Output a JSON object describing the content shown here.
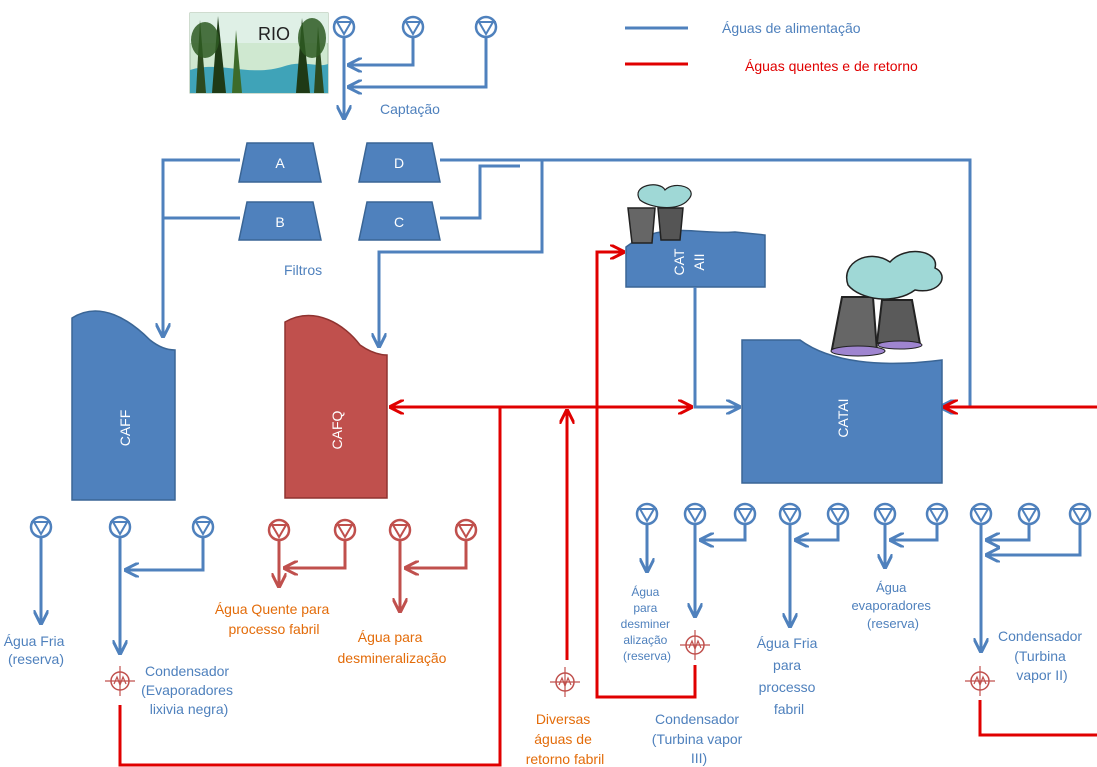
{
  "legend": {
    "feed": "Águas de alimentação",
    "return": "Águas quentes e de retorno"
  },
  "source": {
    "rio": "RIO",
    "captacao": "Captação"
  },
  "filters": {
    "a": "A",
    "b": "B",
    "c": "C",
    "d": "D",
    "label": "Filtros"
  },
  "tanks": {
    "caff": "CAFF",
    "cafq": "CAFQ",
    "catai": "CATAI",
    "cat_top": "CAT",
    "cat_bottom": "AII"
  },
  "outputs": {
    "agua_fria_reserva": [
      "Água Fria",
      "(reserva)"
    ],
    "condensador_evap": [
      "Condensador",
      "(Evaporadores",
      "lixivia negra)"
    ],
    "agua_quente": [
      "Água Quente para",
      "processo fabril"
    ],
    "agua_desmin": [
      "Água para",
      "desmineralização"
    ],
    "diversas": [
      "Diversas",
      "águas de",
      "retorno fabril"
    ],
    "agua_desmin_reserva": [
      "Água",
      "para",
      "desminer",
      "alização",
      "(reserva)"
    ],
    "condensador_t3": [
      "Condensador",
      "(Turbina vapor",
      "III)"
    ],
    "agua_fria_processo": [
      "Água Fria",
      "para",
      "processo",
      "fabril"
    ],
    "agua_evap": [
      "Água",
      "evaporadores",
      "(reserva)"
    ],
    "condensador_t2": [
      "Condensador",
      "(Turbina",
      "vapor II)"
    ]
  },
  "colors": {
    "feed": "#4F81BD",
    "return": "#E00000",
    "cafq": "#C0504D",
    "orange_text": "#E36C0A"
  }
}
